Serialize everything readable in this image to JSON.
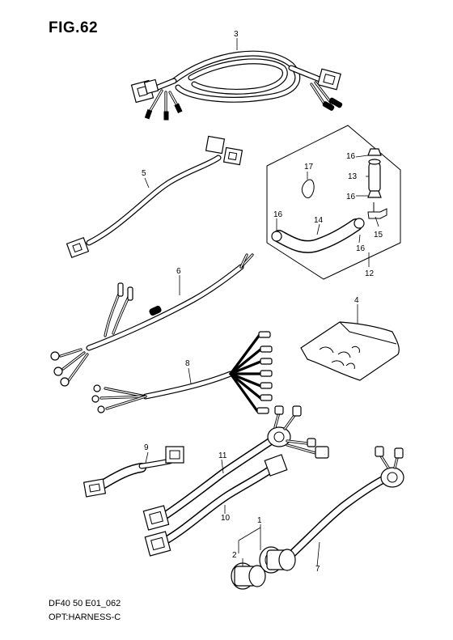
{
  "figure": {
    "title": "FIG.62",
    "footer_code": "DF40 50 E01_062",
    "footer_name": "OPT:HARNESS-C"
  },
  "callouts": {
    "c1": "1",
    "c2": "2",
    "c3": "3",
    "c4": "4",
    "c5": "5",
    "c6": "6",
    "c7": "7",
    "c8": "8",
    "c9": "9",
    "c10": "10",
    "c11": "11",
    "c12": "12",
    "c13": "13",
    "c14": "14",
    "c15": "15",
    "c16a": "16",
    "c16b": "16",
    "c16c": "16",
    "c16d": "16",
    "c17": "17"
  },
  "icons": [
    "wire-harness-icon",
    "connector-icon",
    "terminal-icon",
    "hose-icon",
    "clip-icon",
    "socket-icon",
    "parts-bag-icon"
  ]
}
